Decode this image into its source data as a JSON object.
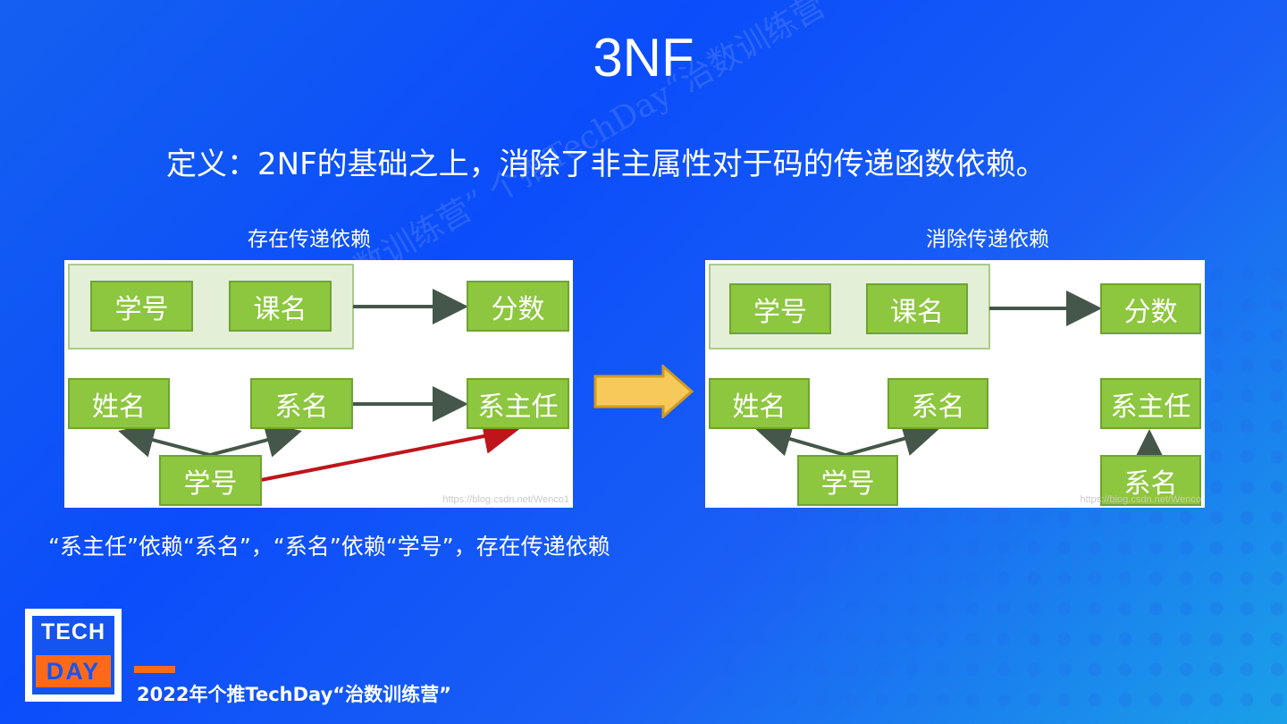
{
  "slide": {
    "title": "3NF",
    "definition": "定义：2NF的基础之上，消除了非主属性对于码的传递函数依赖。",
    "left_caption": "存在传递依赖",
    "right_caption": "消除传递依赖",
    "note": "“系主任”依赖“系名”，“系名”依赖“学号”，存在传递依赖",
    "footer": "2022年个推TechDay“治数训练营”",
    "background_watermark": "个推TechDay“治数训练营”  个推TechDay“治数训练营”"
  },
  "left_diagram": {
    "nodes": {
      "student_id_top": "学号",
      "course_name": "课名",
      "score": "分数",
      "name": "姓名",
      "dept_name": "系名",
      "dept_head": "系主任",
      "student_id_bottom": "学号"
    },
    "watermark": "https://blog.csdn.net/Wenco1"
  },
  "right_diagram": {
    "nodes": {
      "student_id_top": "学号",
      "course_name": "课名",
      "score": "分数",
      "name": "姓名",
      "dept_name": "系名",
      "dept_head": "系主任",
      "student_id_bottom": "学号",
      "dept_name_bottom": "系名"
    },
    "watermark": "https://blog.csdn.net/Wenco"
  },
  "logo": {
    "top": "TECH",
    "bottom": "DAY"
  },
  "colors": {
    "node_fill": "#8dc63f",
    "group_fill": "#e4efd8",
    "transitive_arrow": "#c0141b",
    "accent": "#ff6a1a"
  },
  "icons": {
    "transform_arrow": "right-arrow-icon"
  }
}
